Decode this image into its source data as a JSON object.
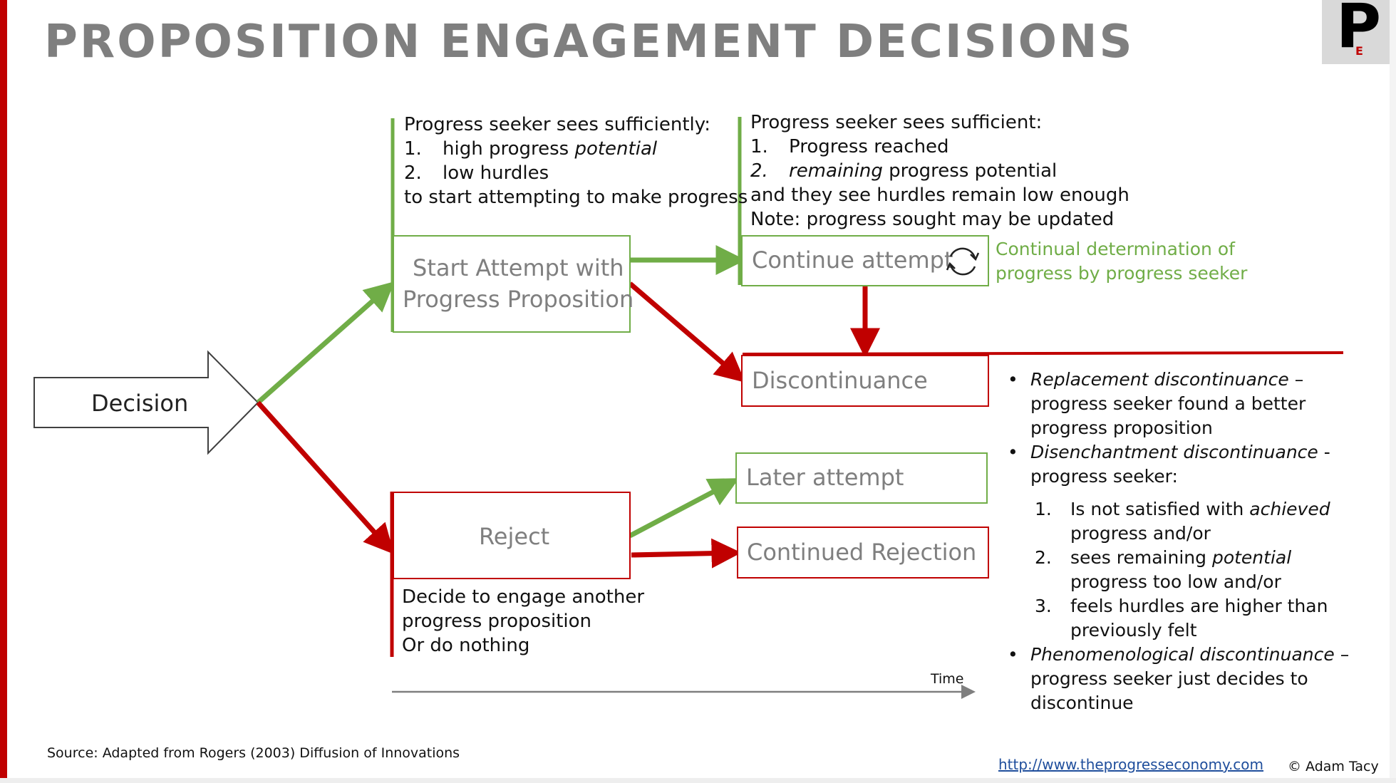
{
  "title": "PROPOSITION ENGAGEMENT DECISIONS",
  "logo": {
    "letter": "P",
    "sub_letter": "E"
  },
  "colors": {
    "accent": "#c00000",
    "positive": "#70ad47",
    "box_text": "#7f7f7f",
    "title": "#7f7f7f"
  },
  "decision_label": "Decision",
  "boxes": {
    "start": {
      "line1": "Start Attempt with",
      "line2": "Progress Proposition"
    },
    "continue": "Continue attempt",
    "discontinuance": "Discontinuance",
    "reject": "Reject",
    "later": "Later attempt",
    "continued_rejection": "Continued Rejection"
  },
  "icons": {
    "cycle": "refresh-cycle-icon"
  },
  "notes": {
    "start": {
      "heading": "Progress seeker sees sufficiently:",
      "item1_num": "1.",
      "item1_pre": "high progress ",
      "item1_em": "potential",
      "item2_num": "2.",
      "item2": "low hurdles",
      "footer": "to start attempting to make progress"
    },
    "continue": {
      "heading": "Progress seeker sees sufficient:",
      "item1_num": "1.",
      "item1": "Progress reached",
      "item2_num": "2.",
      "item2_em": "remaining",
      "item2_post": " progress potential",
      "line3": "and they see hurdles remain low enough",
      "line4": "Note: progress sought may be updated"
    },
    "continual": {
      "line1": "Continual determination of",
      "line2": "progress by progress seeker"
    },
    "reject": {
      "line1": "Decide to engage another",
      "line2": "progress proposition",
      "line3": "Or do nothing"
    }
  },
  "discontinuance_types": {
    "replacement_em": "Replacement discontinuance",
    "replacement_dash": " –",
    "replacement_l2": "progress seeker found a better",
    "replacement_l3": "progress proposition",
    "disenchantment_em": "Disenchantment discontinuance",
    "disenchantment_dash": " -",
    "disenchantment_l2": "progress seeker:",
    "d1_num": "1.",
    "d1_pre": "Is not satisfied with ",
    "d1_em": "achieved",
    "d1_l2": "progress and/or",
    "d2_num": "2.",
    "d2_pre": "sees remaining ",
    "d2_em": "potential",
    "d2_l2": "progress too low and/or",
    "d3_num": "3.",
    "d3": "feels hurdles are higher than",
    "d3_l2": "previously felt",
    "phenomenological_em": "Phenomenological discontinuance",
    "phenomenological_dash": " –",
    "phenomenological_l2": "progress seeker just decides to",
    "phenomenological_l3": "discontinue"
  },
  "time_label": "Time",
  "source": "Source: Adapted from Rogers (2003) Diffusion of Innovations",
  "link": "http://www.theprogresseconomy.com",
  "copyright": "© Adam Tacy"
}
